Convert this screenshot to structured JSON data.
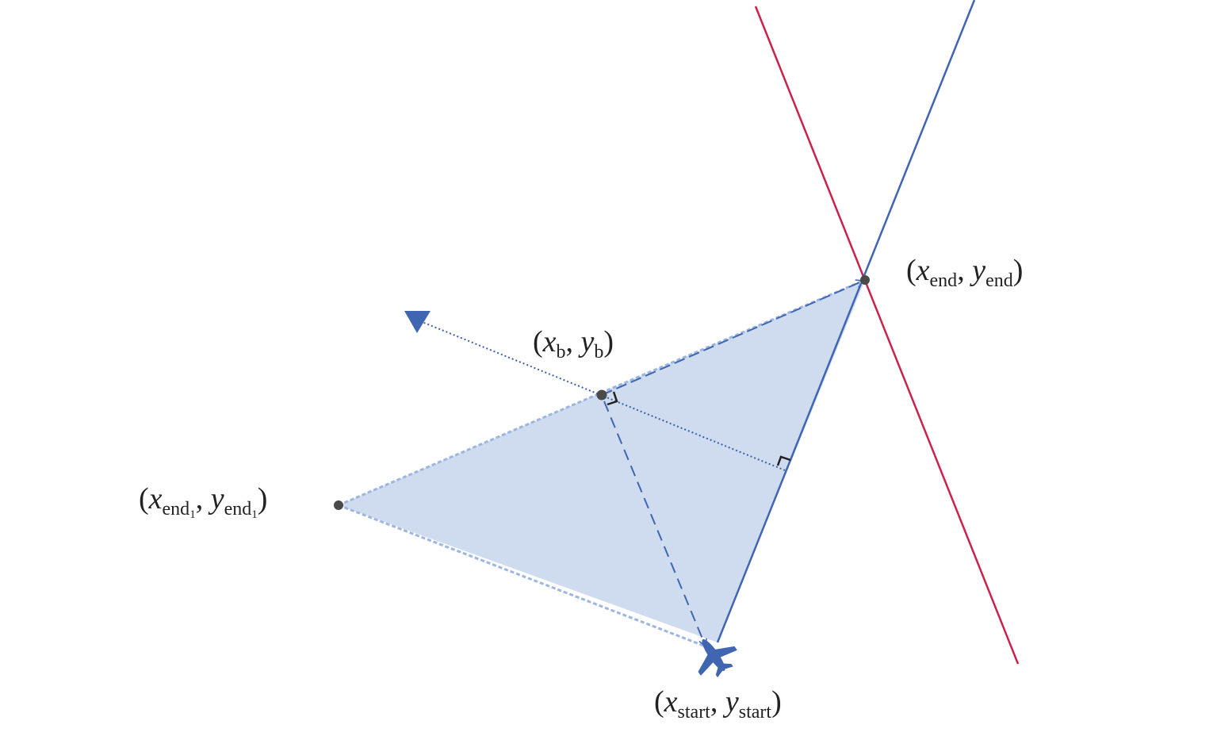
{
  "colors": {
    "fill": "#cfdcf0",
    "blue": "#4066b2",
    "light_blue": "#9db6e0",
    "red": "#c8234a",
    "point": "#4a4a4a"
  },
  "icons": {
    "aircraft": "airplane-icon"
  },
  "labels": {
    "end": {
      "open": "(",
      "x": "x",
      "xsub": "end",
      "comma": ",",
      "y": "y",
      "ysub": "end",
      "close": ")"
    },
    "b": {
      "open": "(",
      "x": "x",
      "xsub": "b",
      "comma": ",",
      "y": "y",
      "ysub": "b",
      "close": ")"
    },
    "end1": {
      "open": "(",
      "x": "x",
      "xsub": "end",
      "xsub2": "1",
      "comma": ",",
      "y": "y",
      "ysub": "end",
      "ysub2": "1",
      "close": ")"
    },
    "start": {
      "open": "(",
      "x": "x",
      "xsub": "start",
      "comma": ",",
      "y": "y",
      "ysub": "start",
      "close": ")"
    }
  }
}
